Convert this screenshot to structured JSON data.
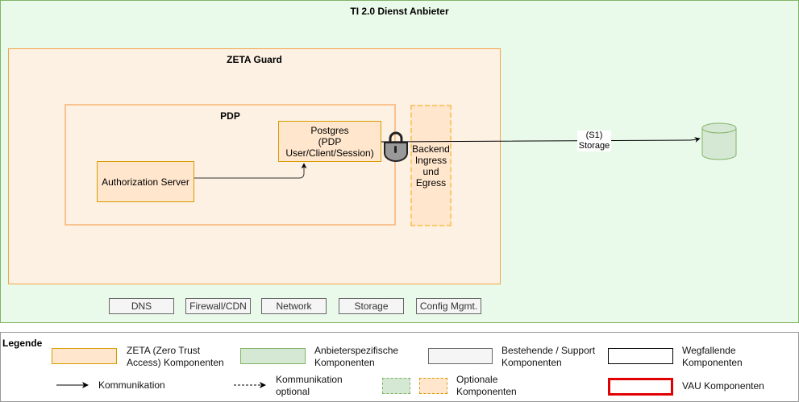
{
  "diagram": {
    "provider": {
      "title": "TI 2.0 Dienst Anbieter"
    },
    "zeta_guard": {
      "title": "ZETA Guard"
    },
    "pdp": {
      "title": "PDP"
    },
    "nodes": {
      "postgres": {
        "line1": "Postgres",
        "line2": "(PDP",
        "line3": "User/Client/Session)"
      },
      "authorization_server": {
        "label": "Authorization Server"
      },
      "backend": {
        "line1": "Backend",
        "line2": "Ingress",
        "line3": "und",
        "line4": "Egress"
      },
      "storage_db": {
        "icon": "database-cylinder-icon"
      },
      "lock": {
        "icon": "padlock-icon"
      }
    },
    "edges": [
      {
        "from": "Authorization Server",
        "to": "Postgres",
        "type": "Kommunikation"
      },
      {
        "from": "Postgres",
        "to": "Storage",
        "type": "Kommunikation",
        "label_line1": "(S1)",
        "label_line2": "Storage"
      }
    ],
    "support_components": [
      "DNS",
      "Firewall/CDN",
      "Network",
      "Storage",
      "Config Mgmt."
    ]
  },
  "legend": {
    "title": "Legende",
    "items": [
      {
        "line1": "ZETA (Zero Trust",
        "line2": "Access) Komponenten"
      },
      {
        "line1": "Anbieterspezifische",
        "line2": "Komponenten"
      },
      {
        "line1": "Bestehende / Support",
        "line2": "Komponenten"
      },
      {
        "line1": "Wegfallende",
        "line2": "Komponenten"
      },
      {
        "line1": "Kommunikation",
        "line2": ""
      },
      {
        "line1": "Kommunikation",
        "line2": "optional"
      },
      {
        "line1": "Optionale",
        "line2": "Komponenten"
      },
      {
        "line1": "VAU Komponenten",
        "line2": ""
      }
    ]
  },
  "colors": {
    "zeta_fill": "#ffe6cc",
    "zeta_stroke": "#d79b00",
    "provider_fill": "#d5e8d4",
    "provider_stroke": "#82b366",
    "support_fill": "#f5f5f5",
    "support_stroke": "#666666",
    "vau_stroke": "#e00000"
  }
}
